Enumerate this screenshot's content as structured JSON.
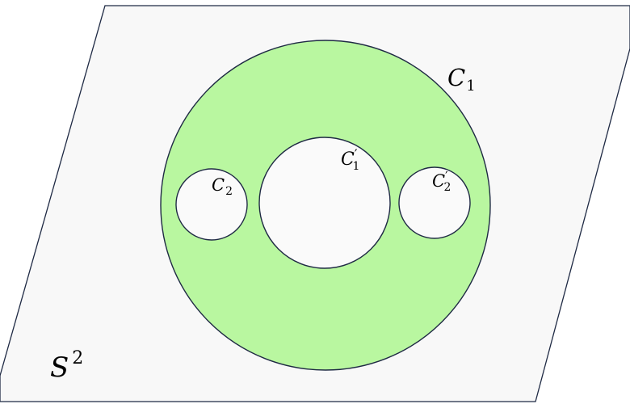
{
  "colors": {
    "plane_fill": "#f8f8f8",
    "annulus_fill": "#b9f7a0",
    "hole_fill": "#fafafa",
    "stroke": "#1f2a44"
  },
  "labels": {
    "sphere": {
      "base": "S",
      "sup": "2"
    },
    "c1": {
      "base": "C",
      "sub": "1"
    },
    "c1_prime": {
      "base": "C",
      "prime": "′",
      "sub": "1"
    },
    "c2": {
      "base": "C",
      "sub": "2"
    },
    "c2_prime": {
      "base": "C",
      "prime": "′",
      "sub": "2"
    }
  }
}
